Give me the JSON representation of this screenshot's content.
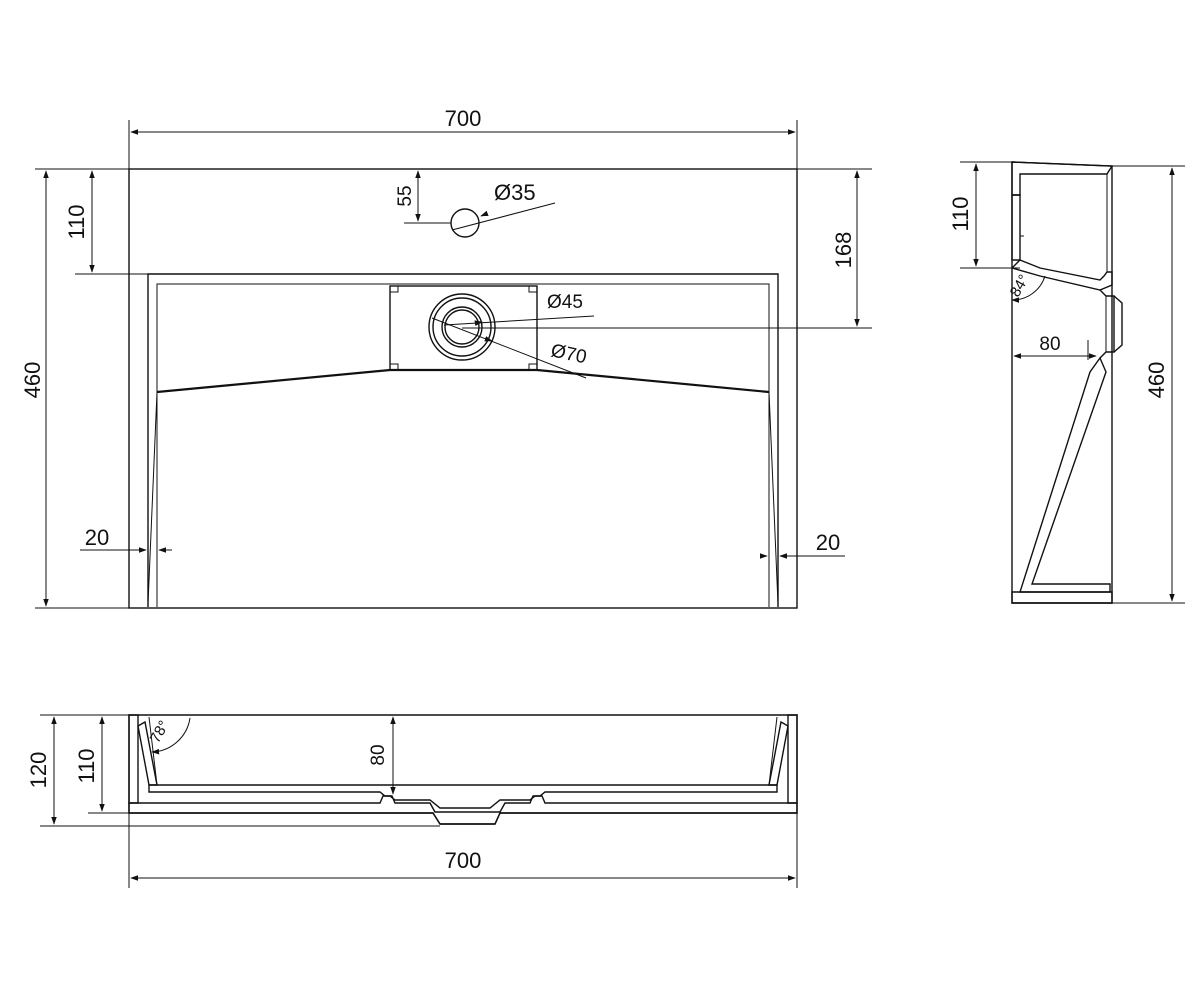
{
  "labels": {
    "top_width": "700",
    "overall_depth": "460",
    "rim_depth": "110",
    "tap_offset": "55",
    "tap_hole": "Ø35",
    "drain_offset": "168",
    "drain_inner": "Ø45",
    "drain_outer": "Ø70",
    "wall_left": "20",
    "wall_right": "20",
    "side_rim_depth": "110",
    "side_angle": "84°",
    "side_drain_offset": "80",
    "side_depth": "460",
    "front_height": "120",
    "front_inner_height": "110",
    "front_angle": "78°",
    "front_basin_depth": "80",
    "bottom_width": "700"
  }
}
